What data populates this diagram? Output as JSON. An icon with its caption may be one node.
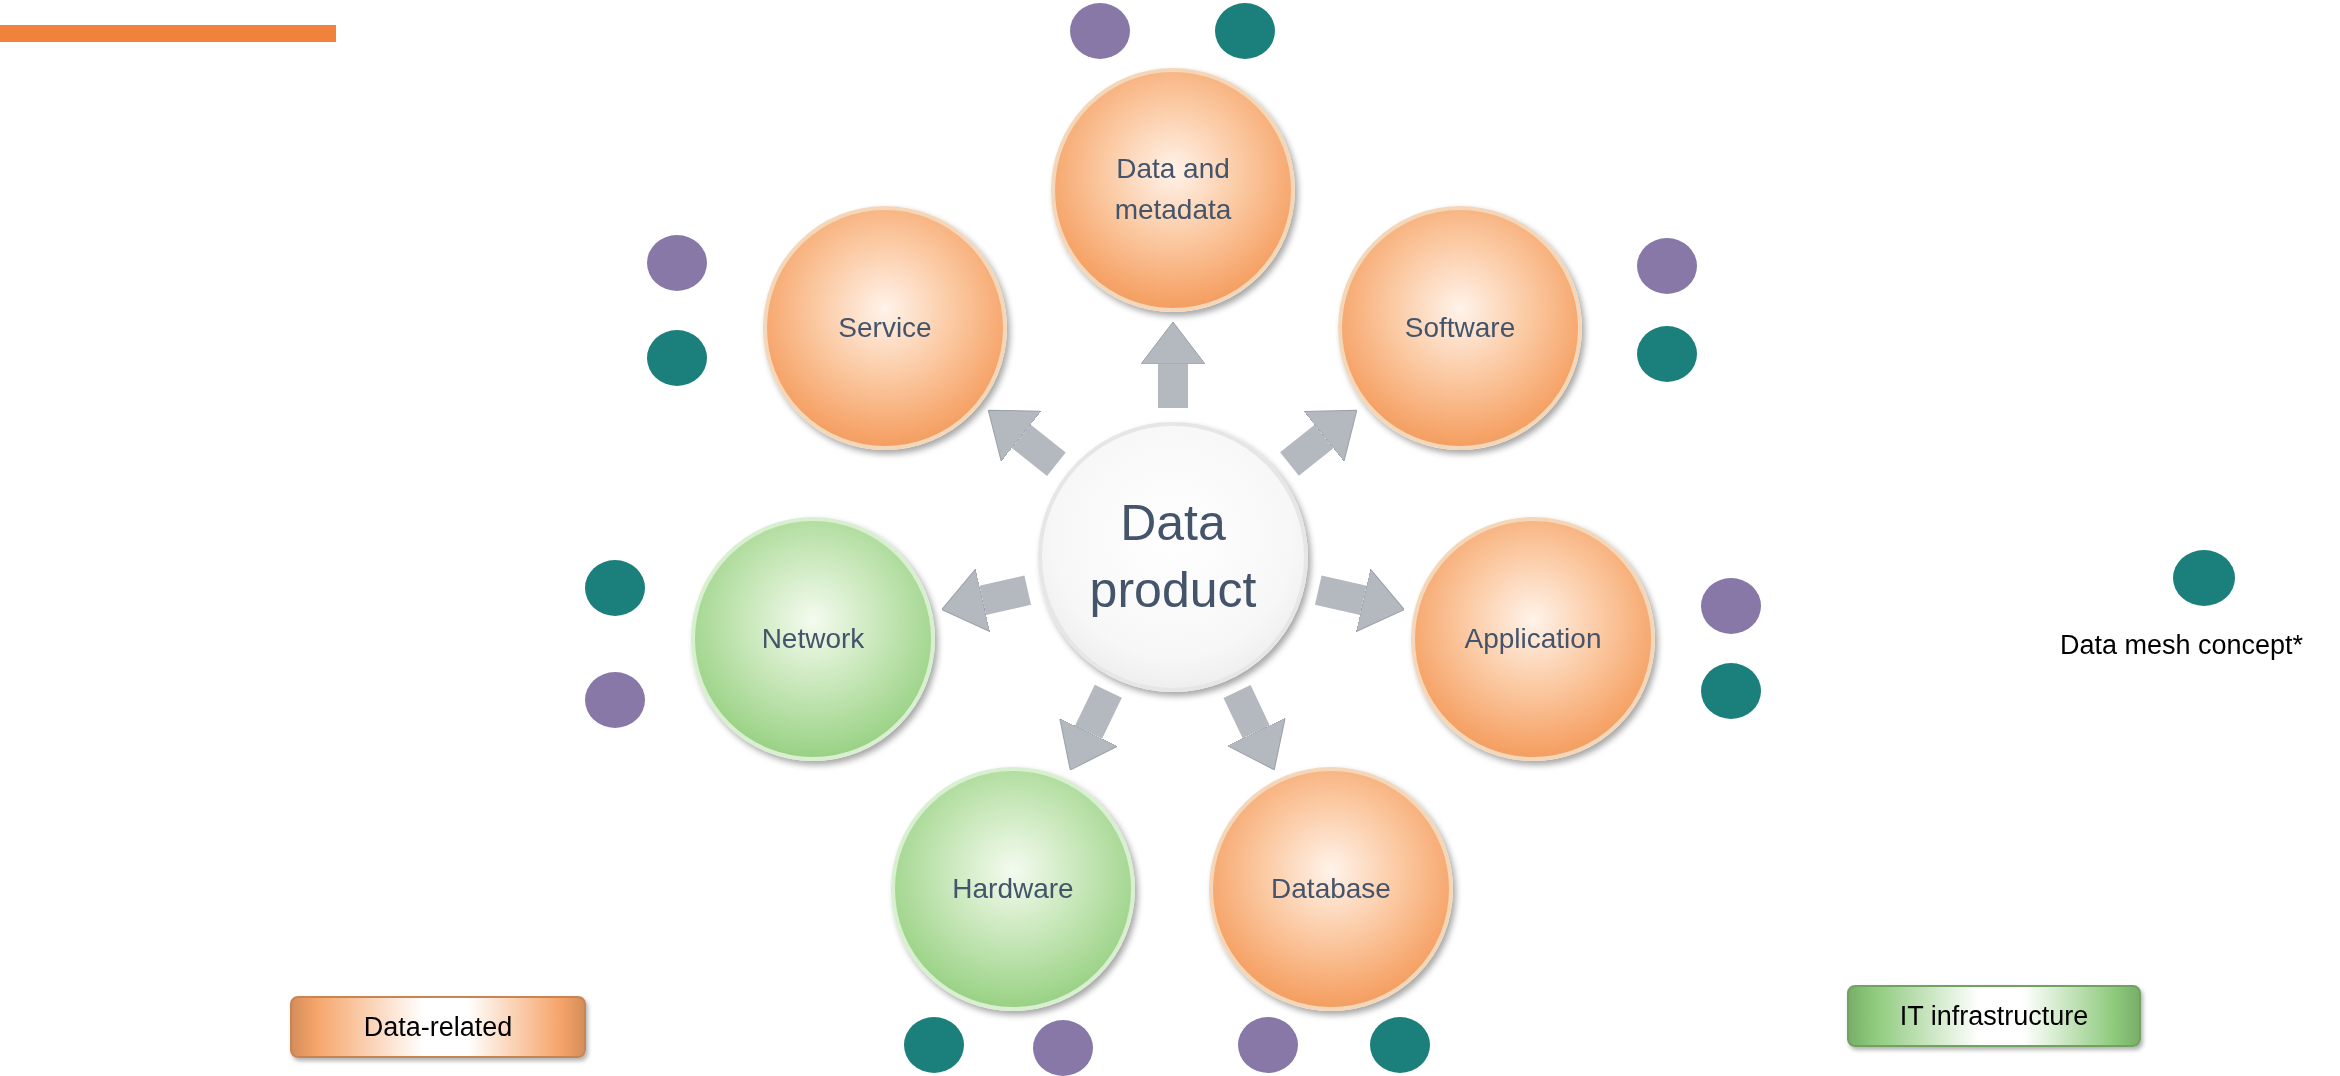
{
  "diagram": {
    "nodes": [
      {
        "text": [
          "Data and metadata"
        ]
      },
      {
        "text": [
          "Service"
        ]
      },
      {
        "text": [
          "Software"
        ]
      },
      {
        "text": [
          "Data product"
        ]
      },
      {
        "text": [
          "Network"
        ]
      },
      {
        "text": [
          "Application"
        ]
      },
      {
        "text": [
          "Hardware"
        ]
      },
      {
        "text": [
          "Database"
        ]
      },
      {
        "text": [],
        "shape": "circle"
      },
      {
        "text": [],
        "shape": "circle"
      },
      {
        "text": [],
        "shape": "circle"
      },
      {
        "text": [],
        "shape": "circle"
      },
      {
        "text": [],
        "shape": "circle"
      },
      {
        "text": [],
        "shape": "circle"
      },
      {
        "text": [],
        "shape": "circle"
      },
      {
        "text": [],
        "shape": "circle"
      },
      {
        "text": [],
        "shape": "circle"
      },
      {
        "text": [],
        "shape": "circle"
      },
      {
        "text": [],
        "shape": "circle"
      },
      {
        "text": [],
        "shape": "circle"
      },
      {
        "text": [],
        "shape": "circle"
      },
      {
        "text": [],
        "shape": "circle"
      }
    ],
    "edges": [
      {
        "from": 3,
        "to": 0,
        "arrow": "to"
      },
      {
        "from": 3,
        "to": 2,
        "arrow": "to"
      },
      {
        "from": 3,
        "to": 5,
        "arrow": "to"
      },
      {
        "from": 3,
        "to": 7,
        "arrow": "to"
      },
      {
        "from": 3,
        "to": 6,
        "arrow": "to"
      },
      {
        "from": 3,
        "to": 4,
        "arrow": "to"
      },
      {
        "from": 3,
        "to": 1,
        "arrow": "to"
      }
    ],
    "legend": [
      {
        "text": "Data mesh concept*",
        "color": "#1b7f7c"
      },
      {
        "text": "Data-related",
        "color": "#f6a469"
      },
      {
        "text": "IT infrastructure",
        "color": "#8cc97a"
      }
    ]
  }
}
